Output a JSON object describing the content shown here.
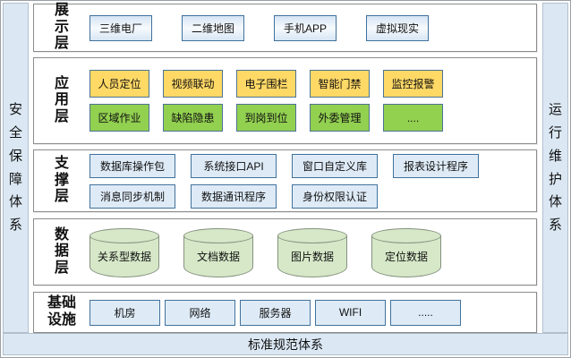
{
  "left_sidebar": {
    "label": "安全保障体系"
  },
  "right_sidebar": {
    "label": "运行维护体系"
  },
  "bottom_bar": {
    "label": "标准规范体系"
  },
  "layers": [
    {
      "label": "展示层",
      "rows": [
        {
          "style": "present",
          "items": [
            "三维电厂",
            "二维地图",
            "手机APP",
            "虚拟现实"
          ]
        }
      ]
    },
    {
      "label": "应用层",
      "rows": [
        {
          "style": "yellow",
          "items": [
            "人员定位",
            "视频联动",
            "电子围栏",
            "智能门禁",
            "监控报警"
          ]
        },
        {
          "style": "green",
          "items": [
            "区域作业",
            "缺陷隐患",
            "到岗到位",
            "外委管理",
            "...."
          ]
        }
      ]
    },
    {
      "label": "支撑层",
      "rows": [
        {
          "style": "blue",
          "items": [
            "数据库操作包",
            "系统接口API",
            "窗口自定义库",
            "报表设计程序"
          ]
        },
        {
          "style": "blue",
          "items": [
            "消息同步机制",
            "数据通讯程序",
            "身份权限认证"
          ]
        }
      ]
    },
    {
      "label": "数据层",
      "rows": [
        {
          "style": "cylinder",
          "items": [
            "关系型数据",
            "文档数据",
            "图片数据",
            "定位数据"
          ]
        }
      ]
    },
    {
      "label": "基础设施",
      "rows": [
        {
          "style": "blue-wide",
          "items": [
            "机房",
            "网络",
            "服务器",
            "WIFI",
            "....."
          ]
        }
      ]
    }
  ],
  "colors": {
    "frame_bg": "#dbe8f4",
    "yellow_fill": "#ffd966",
    "green_fill": "#92d050",
    "blue_fill": "#deebf7",
    "blue_border": "#41719c",
    "cylinder_fill": "#d6e8c8"
  }
}
